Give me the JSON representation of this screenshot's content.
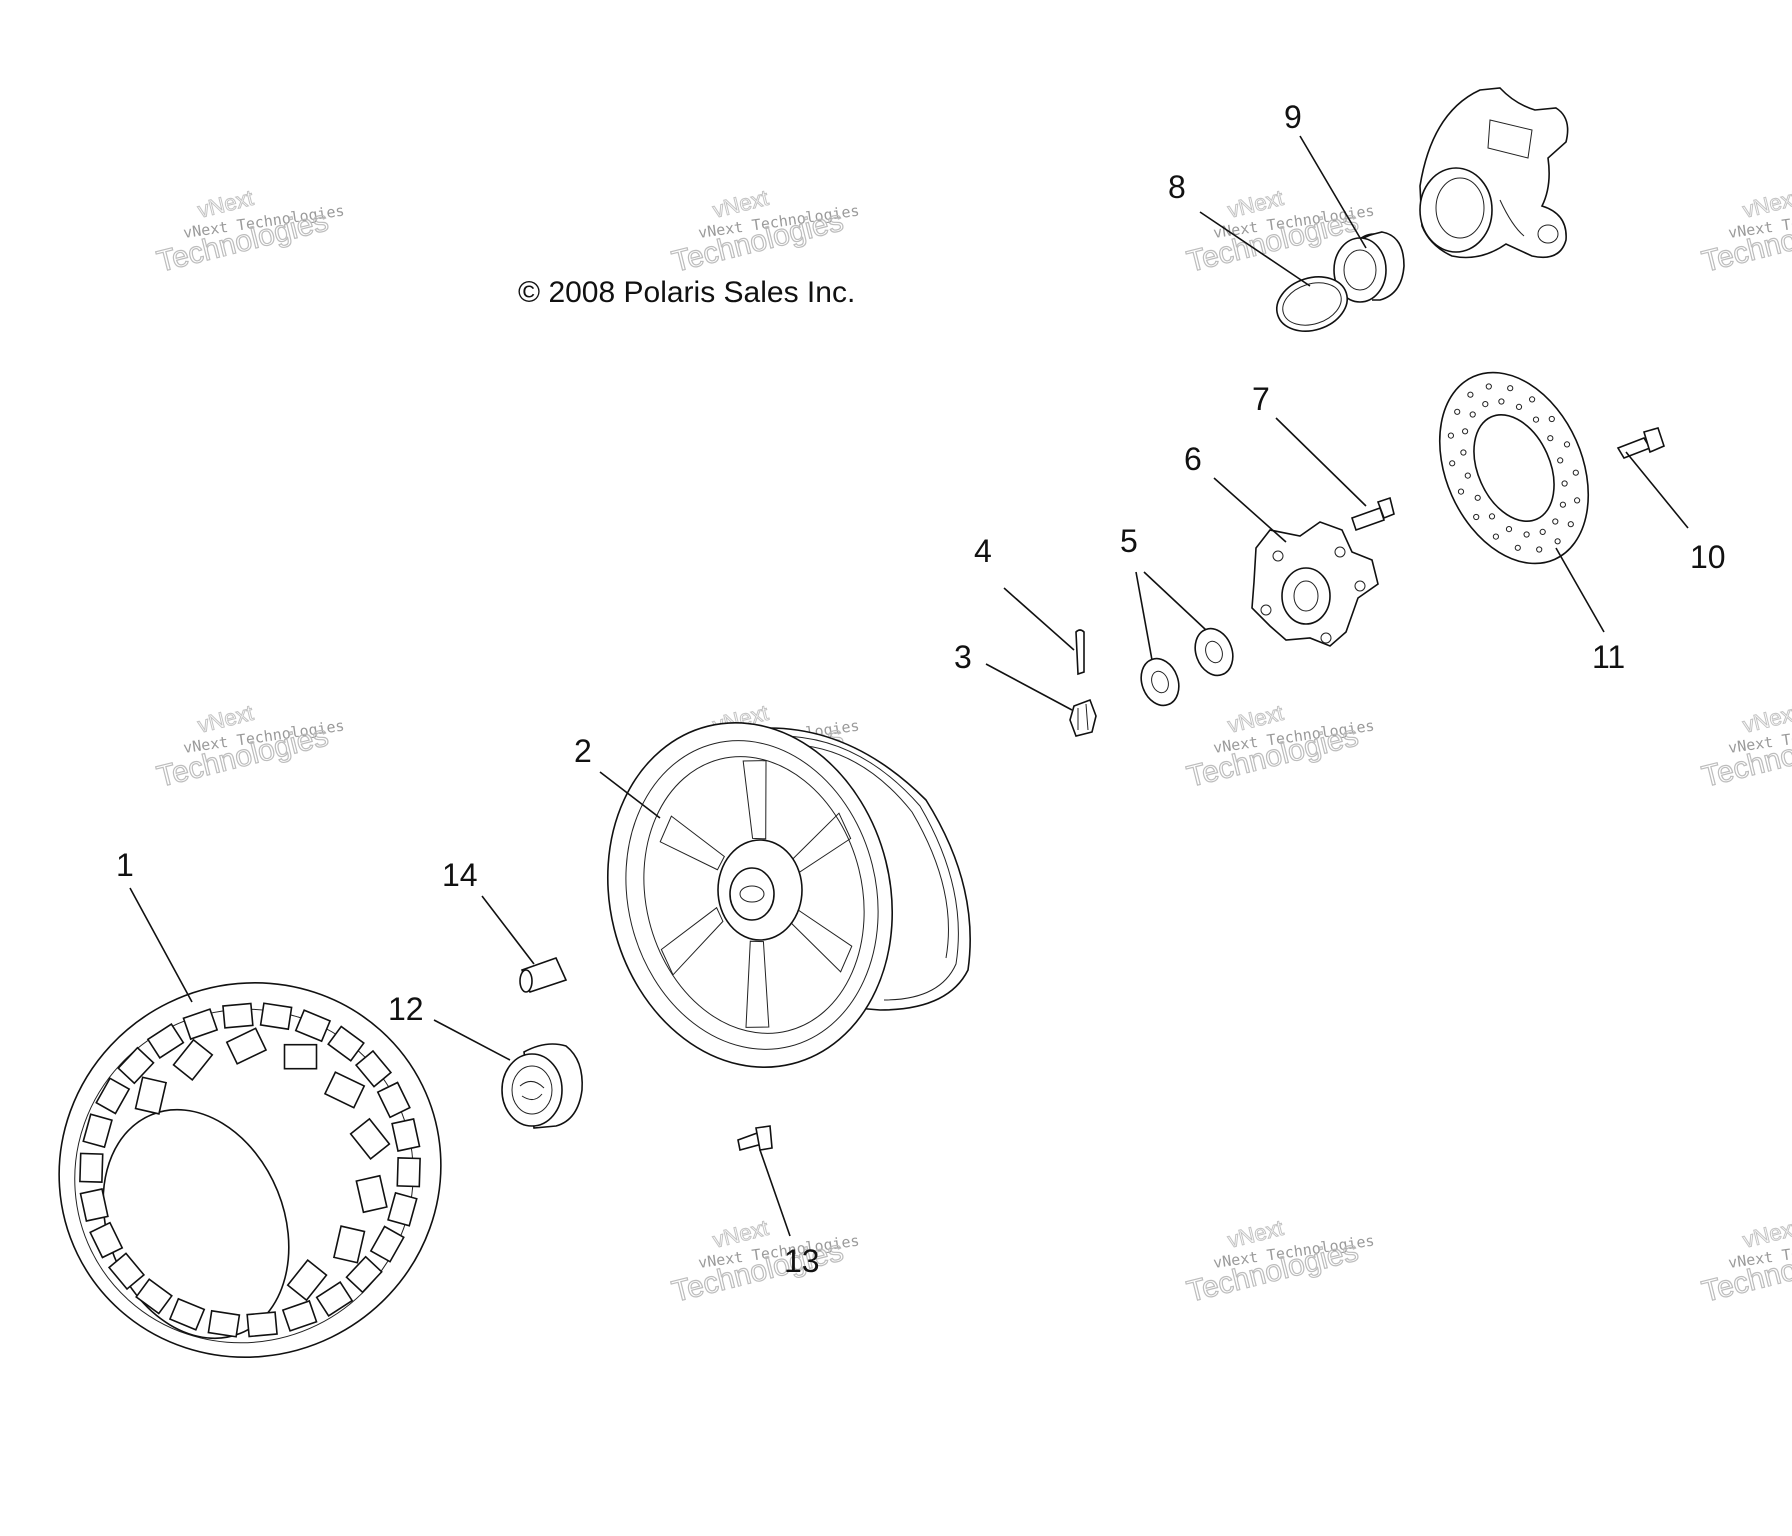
{
  "copyright": "© 2008 Polaris Sales Inc.",
  "watermark": {
    "line0": "vNext",
    "line1": "vNext Technologies",
    "line2": "Technologies"
  },
  "callouts": [
    {
      "id": "1",
      "label": "1"
    },
    {
      "id": "2",
      "label": "2"
    },
    {
      "id": "3",
      "label": "3"
    },
    {
      "id": "4",
      "label": "4"
    },
    {
      "id": "5",
      "label": "5"
    },
    {
      "id": "6",
      "label": "6"
    },
    {
      "id": "7",
      "label": "7"
    },
    {
      "id": "8",
      "label": "8"
    },
    {
      "id": "9",
      "label": "9"
    },
    {
      "id": "10",
      "label": "10"
    },
    {
      "id": "11",
      "label": "11"
    },
    {
      "id": "12",
      "label": "12"
    },
    {
      "id": "13",
      "label": "13"
    },
    {
      "id": "14",
      "label": "14"
    }
  ]
}
